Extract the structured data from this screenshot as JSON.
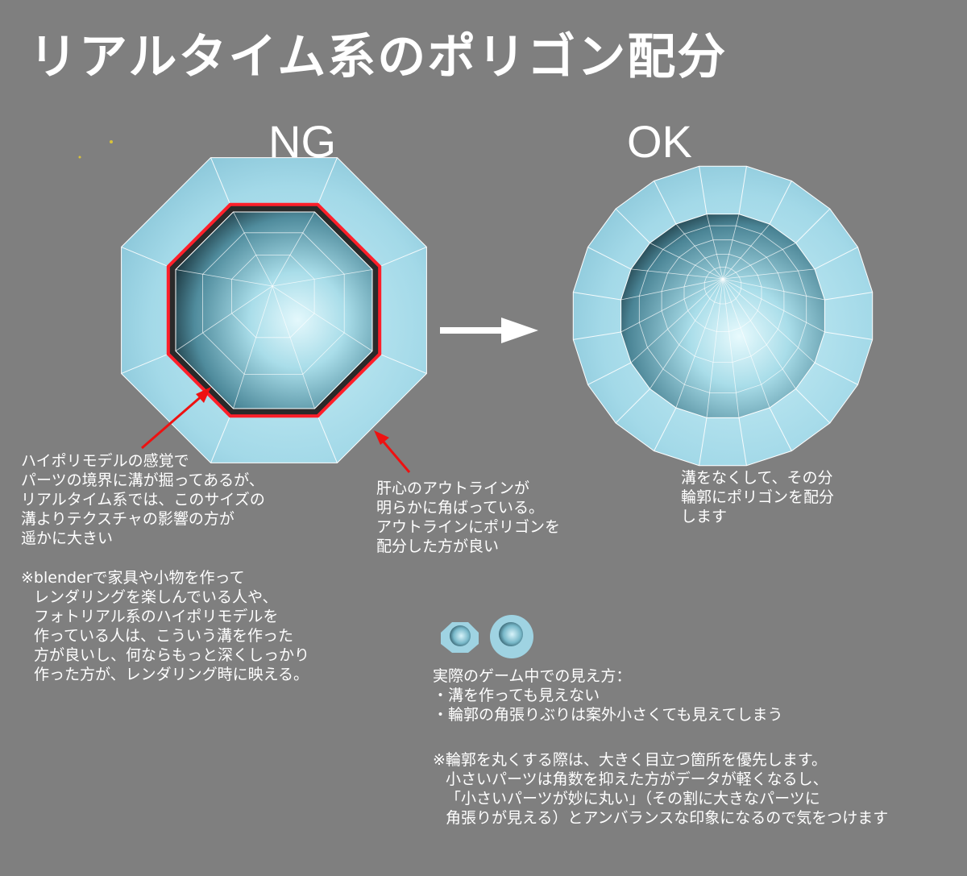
{
  "title": "リアルタイム系のポリゴン配分",
  "ng": {
    "heading": "NG",
    "groove_note": [
      "ハイポリモデルの感覚で",
      "パーツの境界に溝が掘ってあるが、",
      "リアルタイム系では、このサイズの",
      "溝よりテクスチャの影響の方が",
      "遥かに大きい"
    ],
    "outline_note": [
      "肝心のアウトラインが",
      "明らかに角ばっている。",
      "アウトラインにポリゴンを",
      "配分した方が良い"
    ]
  },
  "ok": {
    "heading": "OK",
    "note": [
      "溝をなくして、その分",
      "輪郭にポリゴンを配分",
      "します"
    ]
  },
  "blender_note": [
    "※blenderで家具や小物を作って",
    "レンダリングを楽しんでいる人や、",
    "フォトリアル系のハイポリモデルを",
    "作っている人は、こういう溝を作った",
    "方が良いし、何ならもっと深くしっかり",
    "作った方が、レンダリング時に映える。"
  ],
  "ingame_note": [
    "実際のゲーム中での見え方：",
    "・溝を作っても見えない",
    "・輪郭の角張りぶりは案外小さくても見えてしまう"
  ],
  "rounding_note": [
    "※輪郭を丸くする際は、大きく目立つ箇所を優先します。",
    "小さいパーツは角数を抑えた方がデータが軽くなるし、",
    "「小さいパーツが妙に丸い」（その割に大きなパーツに",
    "角張りが見える）とアンバランスな印象になるので気をつけます"
  ],
  "colors": {
    "background": "#7f7f7f",
    "model": "#a7dcea",
    "highlight_edge": "#ff1f2a",
    "arrow": "#ffffff",
    "wire": "#ffffff"
  },
  "icons": [
    "arrow-right-icon",
    "red-pointer-arrow-icon"
  ]
}
